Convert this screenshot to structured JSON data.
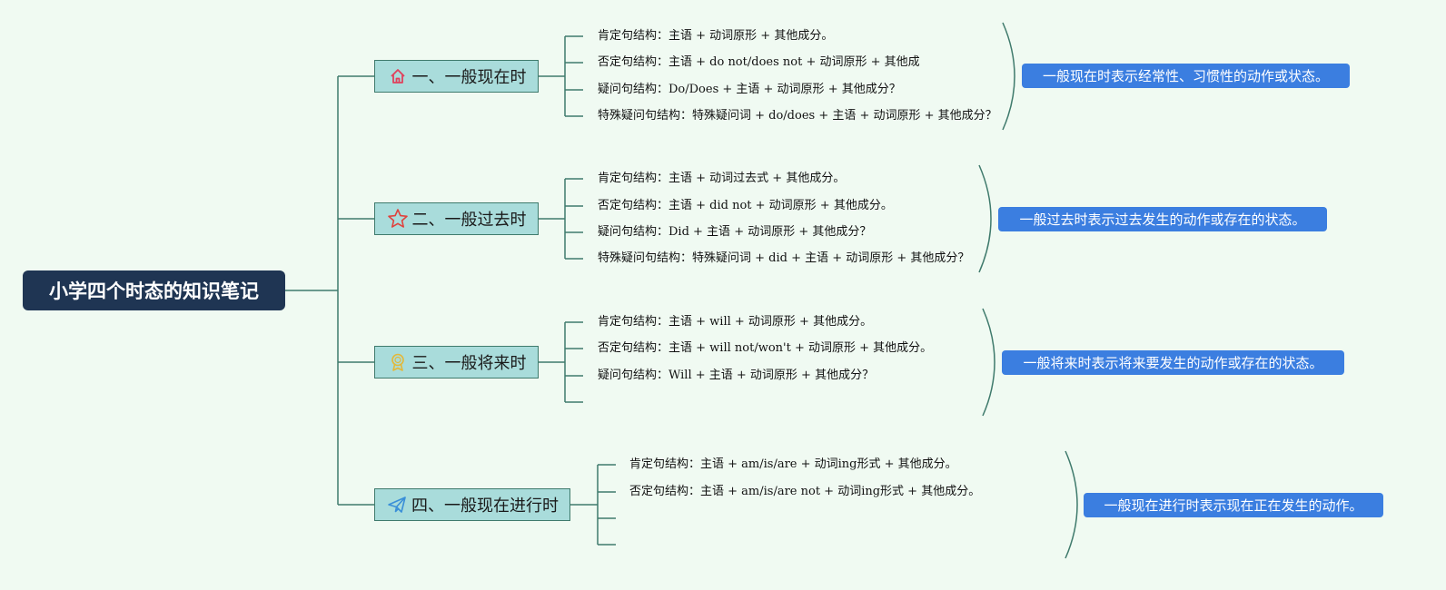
{
  "root": {
    "title": "小学四个时态的知识笔记"
  },
  "branches": [
    {
      "label": "一、一般现在时",
      "icon": "house-icon",
      "items": [
        "肯定句结构：主语 + 动词原形 + 其他成分。",
        "否定句结构：主语 + do not/does not + 动词原形 + 其他成",
        "疑问句结构：Do/Does + 主语 + 动词原形 + 其他成分？",
        "特殊疑问句结构：特殊疑问词 + do/does + 主语 + 动词原形 + 其他成分？"
      ],
      "summary": "一般现在时表示经常性、习惯性的动作或状态。"
    },
    {
      "label": "二、一般过去时",
      "icon": "star-icon",
      "items": [
        "肯定句结构：主语 + 动词过去式 + 其他成分。",
        "否定句结构：主语 + did not + 动词原形 + 其他成分。",
        "疑问句结构：Did + 主语 + 动词原形 + 其他成分？",
        "特殊疑问句结构：特殊疑问词 + did + 主语 + 动词原形 + 其他成分？"
      ],
      "summary": "一般过去时表示过去发生的动作或存在的状态。"
    },
    {
      "label": "三、一般将来时",
      "icon": "medal-icon",
      "items": [
        "肯定句结构：主语 + will + 动词原形 + 其他成分。",
        "否定句结构：主语 + will not/won't + 动词原形 + 其他成分。",
        "疑问句结构：Will + 主语 + 动词原形 + 其他成分？",
        ""
      ],
      "summary": "一般将来时表示将来要发生的动作或存在的状态。"
    },
    {
      "label": "四、一般现在进行时",
      "icon": "paper-plane-icon",
      "items": [
        "肯定句结构：主语 + am/is/are + 动词ing形式 + 其他成分。",
        "否定句结构：主语 + am/is/are not + 动词ing形式 + 其他成分。",
        "",
        ""
      ],
      "summary": "一般现在进行时表示现在正在发生的动作。"
    }
  ],
  "colors": {
    "background": "#f0faf2",
    "root": "#1f3553",
    "branch_fill": "#a9dcdb",
    "connector": "#3f7a6c",
    "summary_fill": "#3b7ee0",
    "house_icon": "#e0415c",
    "star_icon": "#e0413c",
    "medal_icon": "#e3b83a",
    "plane_icon": "#3a8fd8"
  }
}
